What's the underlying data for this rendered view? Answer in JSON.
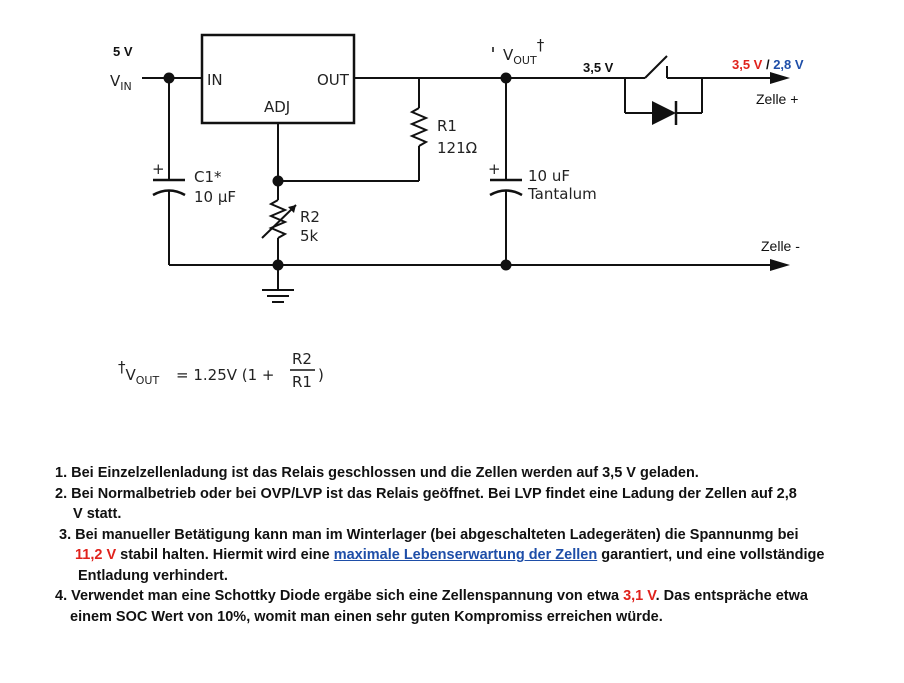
{
  "colors": {
    "wire": "#111111",
    "red": "#e0221c",
    "blue": "#1e4ea8"
  },
  "circuit": {
    "vin_voltage": "5 V",
    "vin_label": "V",
    "vin_sub": "IN",
    "pin_in": "IN",
    "pin_out": "OUT",
    "pin_adj": "ADJ",
    "vout_label": "V",
    "vout_sub": "OUT",
    "vout_mark": "†",
    "c1_name": "C1*",
    "c1_value": "10 µF",
    "r1_name": "R1",
    "r1_value": "121Ω",
    "r2_name": "R2",
    "r2_value": "5k",
    "c2_value": "10 uF",
    "c2_type": "Tantalum",
    "relay_voltage": "3,5 V",
    "out_voltage_a": "3,5 V",
    "out_voltage_sep": " / ",
    "out_voltage_b": "2,8 V",
    "cell_plus": "Zelle +",
    "cell_minus": "Zelle -",
    "plus_sign": "+"
  },
  "formula": {
    "mark": "†",
    "lhs_v": "V",
    "lhs_sub": "OUT",
    "rhs": "= 1.25V (1 +",
    "num": "R2",
    "den": "R1",
    "close": ")"
  },
  "notes": {
    "n1": "1. Bei Einzelzellenladung ist das Relais geschlossen und die Zellen werden auf 3,5 V geladen.",
    "n2a": "2. Bei Normalbetrieb oder bei OVP/LVP ist das Relais geöffnet. Bei LVP findet eine Ladung der Zellen auf 2,8",
    "n2b": "V statt.",
    "n3a": "3. Bei manueller Betätigung kann man im Winterlager (bei abgeschalteten Ladegeräten) die Spannunmg bei",
    "n3_red": "11,2 V",
    "n3b": " stabil halten. Hiermit wird eine ",
    "n3_link": "maximale Lebenserwartung der Zellen",
    "n3c": " garantiert, und eine vollständige",
    "n3d": "Entladung verhindert.",
    "n4a": "4. Verwendet man eine Schottky Diode ergäbe sich eine Zellenspannung von etwa ",
    "n4_red": "3,1 V",
    "n4b": ". Das entspräche etwa",
    "n4c": "einem SOC Wert von 10%, womit man einen sehr guten Kompromiss erreichen würde."
  }
}
